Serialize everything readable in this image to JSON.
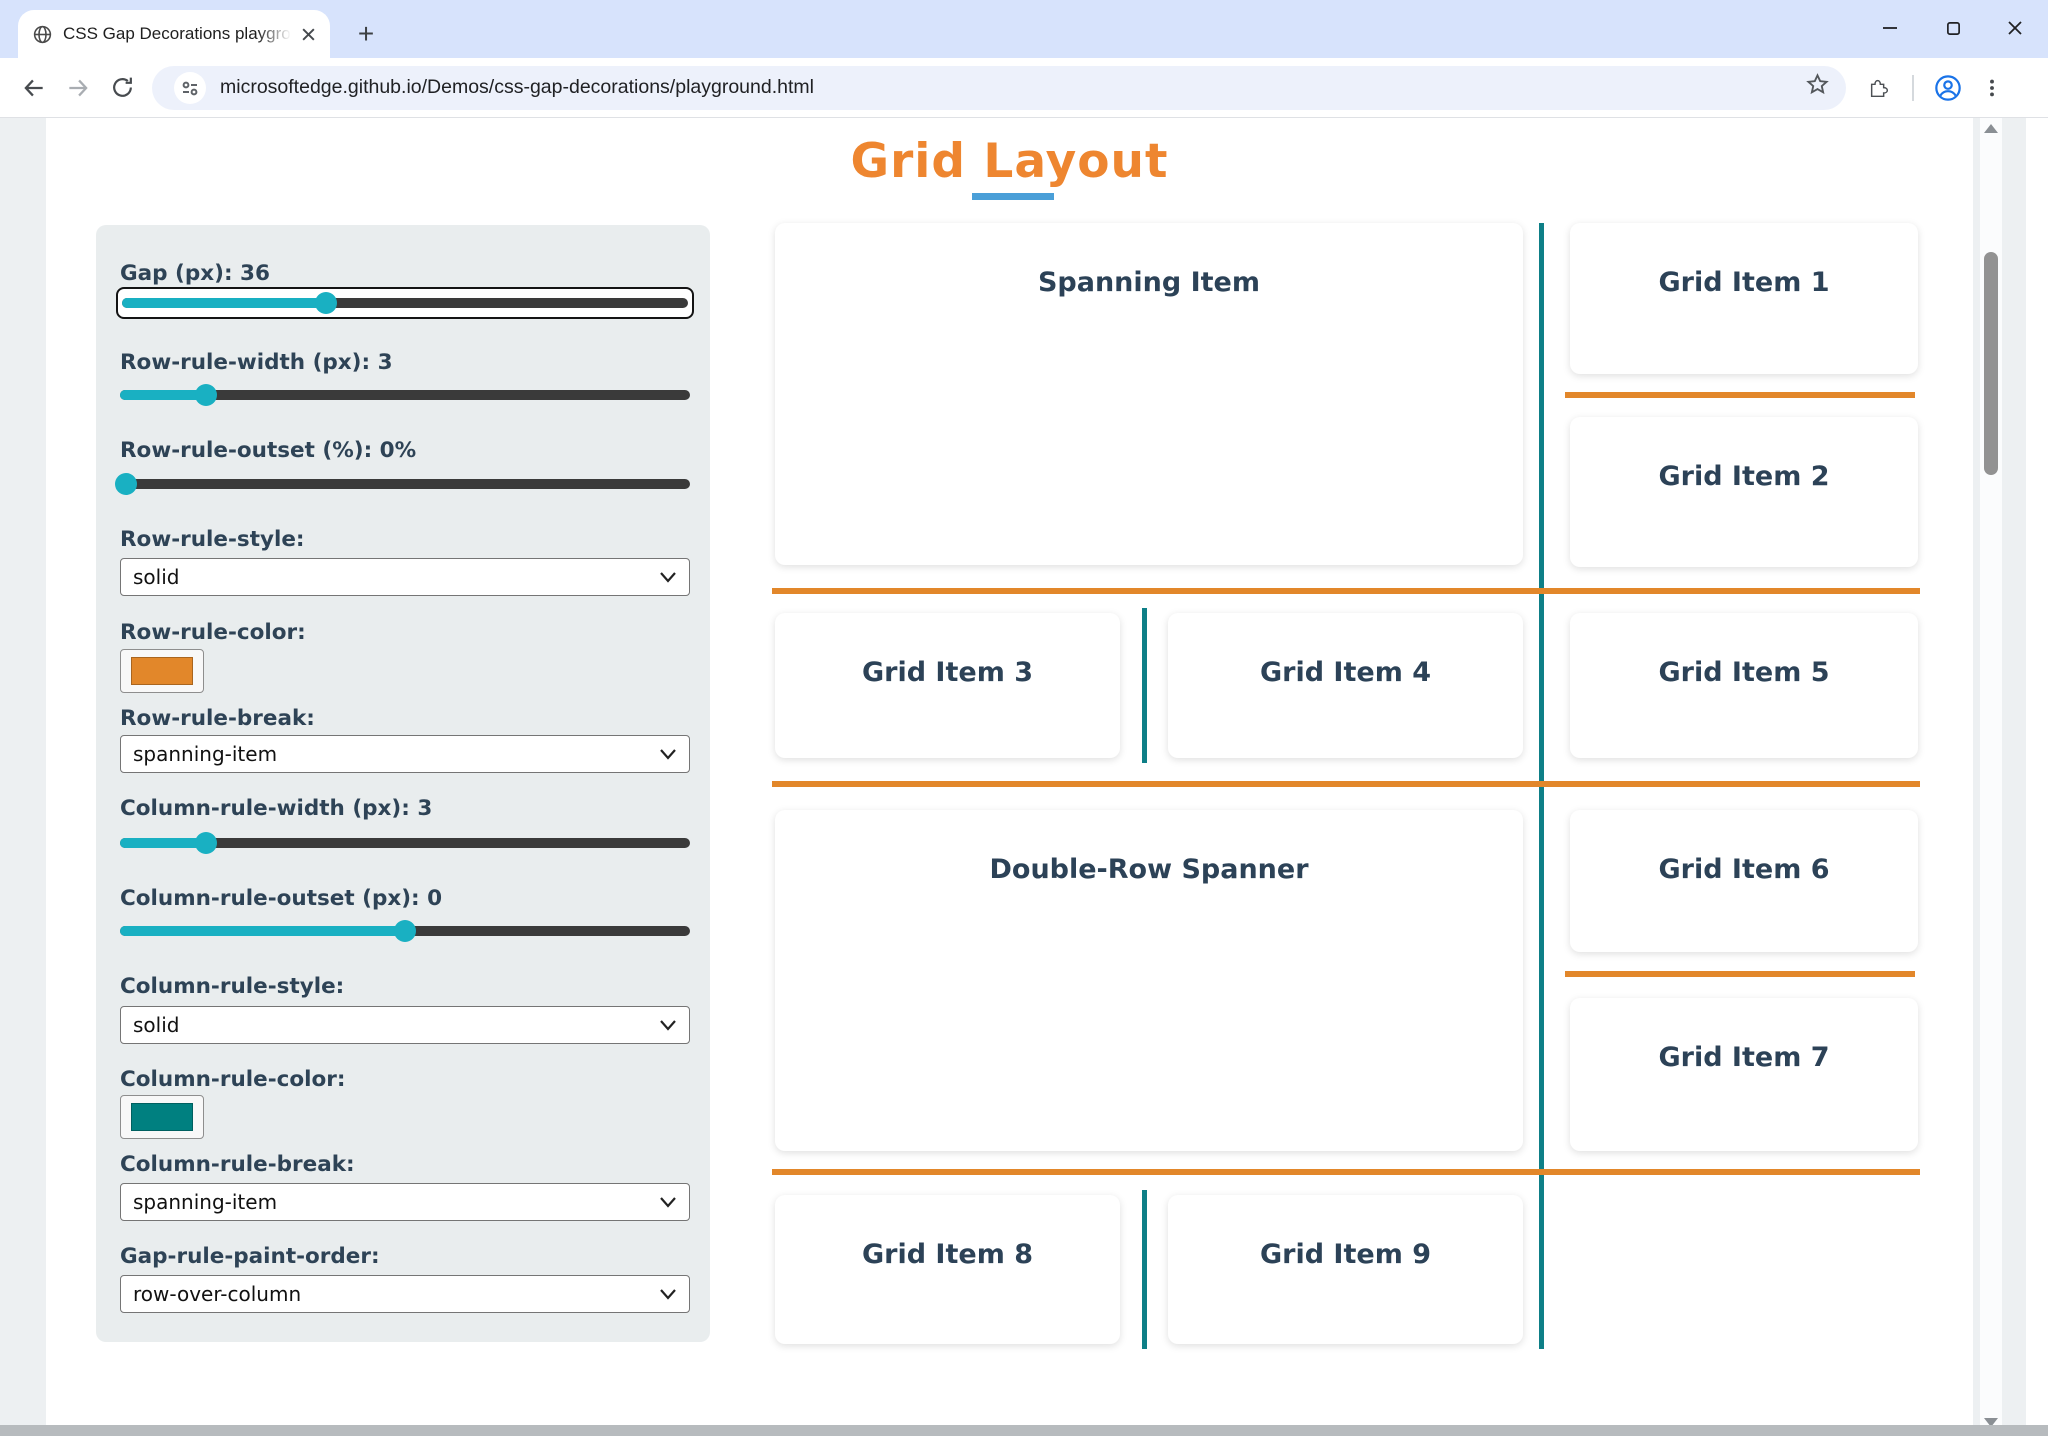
{
  "browser": {
    "tab_title": "CSS Gap Decorations playground",
    "new_tab_label": "+",
    "url": "microsoftedge.github.io/Demos/css-gap-decorations/playground.html"
  },
  "page": {
    "title": "Grid Layout"
  },
  "controls": [
    {
      "name": "gap-slider",
      "type": "slider",
      "label": "Gap (px): 36",
      "percent": 36,
      "focused": true
    },
    {
      "name": "row-rule-width-slider",
      "type": "slider",
      "label": "Row-rule-width (px): 3",
      "percent": 15
    },
    {
      "name": "row-rule-outset-slider",
      "type": "slider",
      "label": "Row-rule-outset (%): 0%",
      "percent": 1
    },
    {
      "name": "row-rule-style-select",
      "type": "select",
      "label": "Row-rule-style:",
      "value": "solid"
    },
    {
      "name": "row-rule-color-picker",
      "type": "color",
      "label": "Row-rule-color:",
      "value": "#e2872a"
    },
    {
      "name": "row-rule-break-select",
      "type": "select",
      "label": "Row-rule-break:",
      "value": "spanning-item"
    },
    {
      "name": "column-rule-width-slider",
      "type": "slider",
      "label": "Column-rule-width (px): 3",
      "percent": 15
    },
    {
      "name": "column-rule-outset-slider",
      "type": "slider",
      "label": "Column-rule-outset (px): 0",
      "percent": 50
    },
    {
      "name": "column-rule-style-select",
      "type": "select",
      "label": "Column-rule-style:",
      "value": "solid"
    },
    {
      "name": "column-rule-color-picker",
      "type": "color",
      "label": "Column-rule-color:",
      "value": "#008080"
    },
    {
      "name": "column-rule-break-select",
      "type": "select",
      "label": "Column-rule-break:",
      "value": "spanning-item"
    },
    {
      "name": "gap-rule-paint-order-select",
      "type": "select",
      "label": "Gap-rule-paint-order:",
      "value": "row-over-column"
    }
  ],
  "grid": {
    "items": [
      {
        "label": "Spanning Item"
      },
      {
        "label": "Grid Item 1"
      },
      {
        "label": "Grid Item 2"
      },
      {
        "label": "Grid Item 3"
      },
      {
        "label": "Grid Item 4"
      },
      {
        "label": "Grid Item 5"
      },
      {
        "label": "Double-Row Spanner"
      },
      {
        "label": "Grid Item 6"
      },
      {
        "label": "Grid Item 7"
      },
      {
        "label": "Grid Item 8"
      },
      {
        "label": "Grid Item 9"
      }
    ]
  },
  "colors": {
    "row_rule": "#e2872a",
    "column_rule": "#0e7f87",
    "slider_accent": "#19b0c2",
    "title_orange": "#ee8630",
    "underline_blue": "#4a9fd8",
    "label_text": "#2e4356"
  }
}
